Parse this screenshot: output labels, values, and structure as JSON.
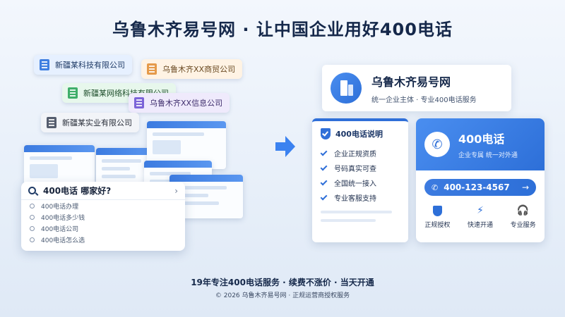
{
  "headline": "乌鲁木齐易号网 · 让中国企业用好400电话",
  "company_tags": [
    "新疆某科技有限公司",
    "乌鲁木齐XX商贸公司",
    "新疆某网络科技有限公司",
    "乌鲁木齐XX信息公司",
    "新疆某实业有限公司"
  ],
  "search": {
    "query": "400电话 哪家好?",
    "suggestions": [
      "400电话办理",
      "400电话多少钱",
      "400电话公司",
      "400电话怎么选"
    ]
  },
  "brand": {
    "name": "乌鲁木齐易号网",
    "tagline": "统一企业主体 · 专业400电话服务"
  },
  "info_card": {
    "title": "400电话说明",
    "items": [
      "企业正规资质",
      "号码真实可查",
      "全国统一接入",
      "专业客服支持"
    ]
  },
  "phone_card": {
    "title": "400电话",
    "subtitle": "企业专属 统一对外通",
    "number": "400-123-4567",
    "features": [
      "正规授权",
      "快速开通",
      "专业服务"
    ]
  },
  "footer": {
    "line1": "19年专注400电话服务 · 续费不涨价 · 当天开通",
    "line2": "© 2026 乌鲁木齐易号网 · 正规运营商授权服务"
  }
}
